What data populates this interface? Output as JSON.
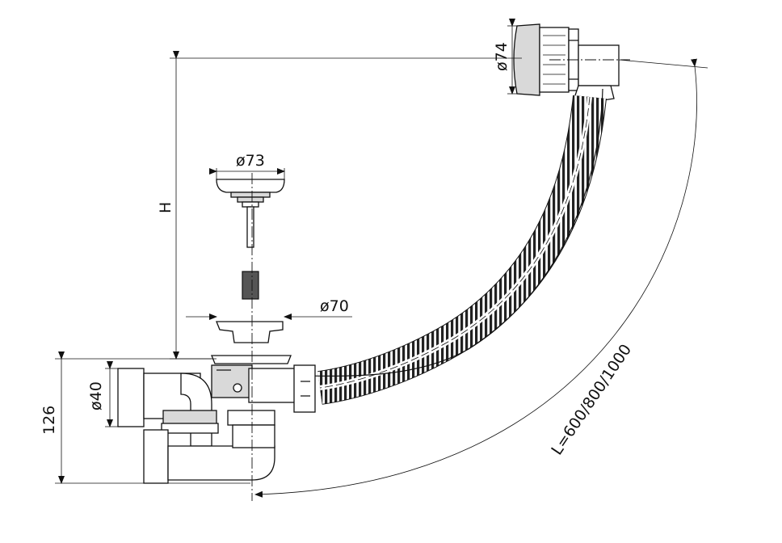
{
  "dimensions": {
    "overflow_diameter": "ø74",
    "plug_diameter": "ø73",
    "waste_diameter": "ø70",
    "outlet_diameter": "ø40",
    "height_label": "H",
    "trap_height": "126",
    "hose_length": "L=600/800/1000"
  }
}
